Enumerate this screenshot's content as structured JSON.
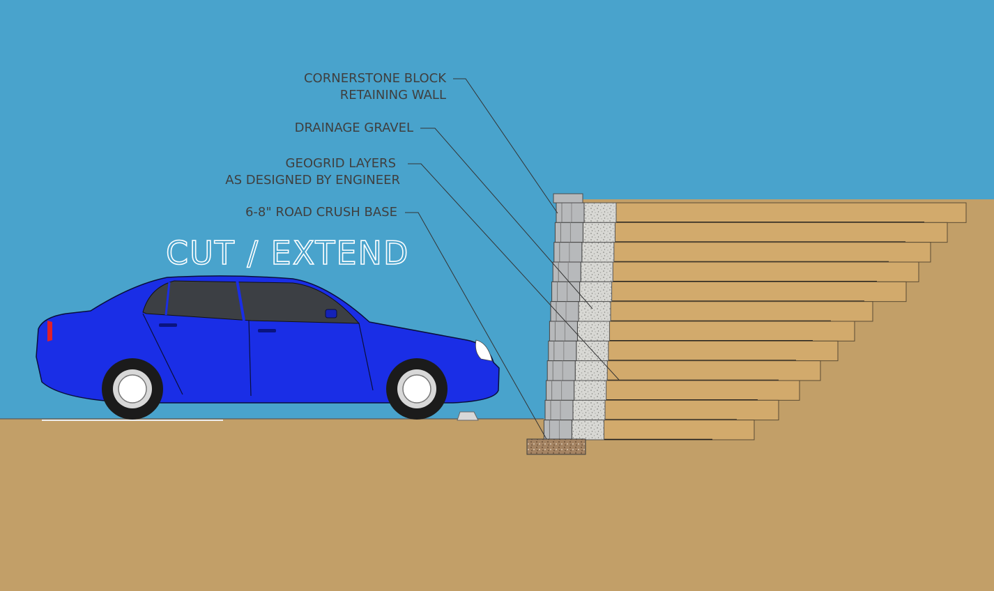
{
  "title": "CUT / EXTEND",
  "labels": {
    "block_wall": [
      "CORNERSTONE BLOCK",
      "RETAINING WALL"
    ],
    "gravel": "DRAINAGE GRAVEL",
    "geogrid": [
      "GEOGRID LAYERS",
      "AS DESIGNED BY ENGINEER"
    ],
    "base": "6-8\" ROAD CRUSH BASE"
  },
  "colors": {
    "sky": "#49a3cc",
    "soil": "#c29f68",
    "fill_layer": "#d2aa6c",
    "car_body": "#1a2ee6",
    "car_window": "#3c3f44",
    "block": "#b7b9bb",
    "gravel": "#d6d6d2",
    "base_crush": "#9c7a5a"
  },
  "wall": {
    "courses": 12,
    "geogrid_layers": 12
  }
}
